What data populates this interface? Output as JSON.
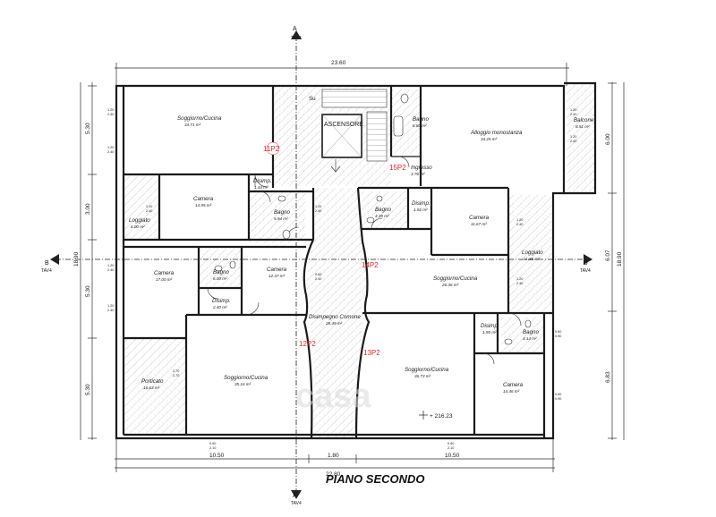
{
  "title": "PIANO SECONDO",
  "watermark": "casa",
  "elevation": "+ 216.23",
  "section_marks": {
    "a_top": {
      "letter": "A",
      "sub": "TAV4"
    },
    "a_bottom": {
      "letter": "A",
      "sub": "TAV4"
    },
    "b_left": {
      "letter": "B",
      "sub": "TAV4"
    },
    "b_right": {
      "letter": "B",
      "sub": "TAV4"
    }
  },
  "dimensions": {
    "top_total": "23.60",
    "bottom_left": "10.50",
    "bottom_mid": "1.80",
    "bottom_right": "10.50",
    "bottom_total": "22.80",
    "left_1": "5.30",
    "left_2": "3.00",
    "left_3": "5.30",
    "left_4": "5.30",
    "left_total": "18.90",
    "right_1": "6.00",
    "right_2": "6.07",
    "right_3": "6.83",
    "right_total": "18.90"
  },
  "unit_codes": {
    "u11": "11P2",
    "u15": "15P2",
    "u14": "14P2",
    "u12": "12P2",
    "u13": "13P2"
  },
  "rooms": {
    "soggiorno_tl": {
      "name": "Soggiorno/Cucina",
      "area": "34.71 m²"
    },
    "disimp_tl": {
      "name": "Disimp.",
      "area": "1.44 m²"
    },
    "camera_tl": {
      "name": "Camera",
      "area": "14.95 m²"
    },
    "bagno_tl": {
      "name": "Bagno",
      "area": "5.94 m²"
    },
    "loggiato_l": {
      "name": "Loggiato",
      "area": "6.00 m²"
    },
    "ascensore": {
      "name": "ASCENSORE"
    },
    "su": {
      "name": "Su"
    },
    "bagno_tr": {
      "name": "Bagno",
      "area": "6.80 m²"
    },
    "ingresso_tr": {
      "name": "Ingresso",
      "area": "3.76 m²"
    },
    "alloggio_tr": {
      "name": "Alloggio monostanza",
      "area": "34.25 m²"
    },
    "balcone_tr": {
      "name": "Balcone",
      "area": "8.51 m²"
    },
    "bagno_mr": {
      "name": "Bagno",
      "area": "4.39 m²"
    },
    "disimp_mr": {
      "name": "Disimp.",
      "area": "1.92 m²"
    },
    "camera_mr": {
      "name": "Camera",
      "area": "11.67 m²"
    },
    "loggiato_r": {
      "name": "Loggiato",
      "area": "11.36 m²"
    },
    "soggiorno_mr": {
      "name": "Soggiorno/Cucina",
      "area": "26.36 m²"
    },
    "camera_ml": {
      "name": "Camera",
      "area": "17.00 m²"
    },
    "bagno_ml": {
      "name": "Bagno",
      "area": "6.00 m²"
    },
    "camera_ml2": {
      "name": "Camera",
      "area": "12.47 m²"
    },
    "disimp_ml": {
      "name": "Disimp.",
      "area": "2.40 m²"
    },
    "disimpegno_comune": {
      "name": "Disimpegno Comune",
      "area": "28.49 m²"
    },
    "porticato": {
      "name": "Porticato",
      "area": "16.63 m²"
    },
    "soggiorno_bl": {
      "name": "Soggiorno/Cucina",
      "area": "35.16 m²"
    },
    "soggiorno_br": {
      "name": "Soggiorno/Cucina",
      "area": "36.73 m²"
    },
    "disimp_br": {
      "name": "Disimp.",
      "area": "1.95 m²"
    },
    "bagno_br": {
      "name": "Bagno",
      "area": "4.14 m²"
    },
    "camera_br": {
      "name": "Camera",
      "area": "14.46 m²"
    }
  },
  "window_tags": {
    "w1": "1.20",
    "w1b": "2.40",
    "w2": "1.20",
    "w2b": "2.40",
    "w3": "1.20",
    "w3b": "2.40",
    "w4": "1.20",
    "w4b": "2.40",
    "w5": "1.20",
    "w5b": "2.40",
    "w6": "1.20",
    "w6b": "2.40",
    "w7": "1.20",
    "w7b": "2.40",
    "w8": "1.20",
    "w8b": "2.40",
    "w9": "1.20",
    "w9b": "2.40",
    "w10": "1.20",
    "w10b": "2.40",
    "w11": "2.70",
    "w11b": "2.70",
    "w12": "0.60",
    "w12b": "0.90",
    "w13": "0.60",
    "w13b": "0.90",
    "w14": "0.90",
    "w14b": "2.10",
    "w15": "0.90",
    "w15b": "2.10",
    "w16": "0.60",
    "w16b": "2.40"
  }
}
